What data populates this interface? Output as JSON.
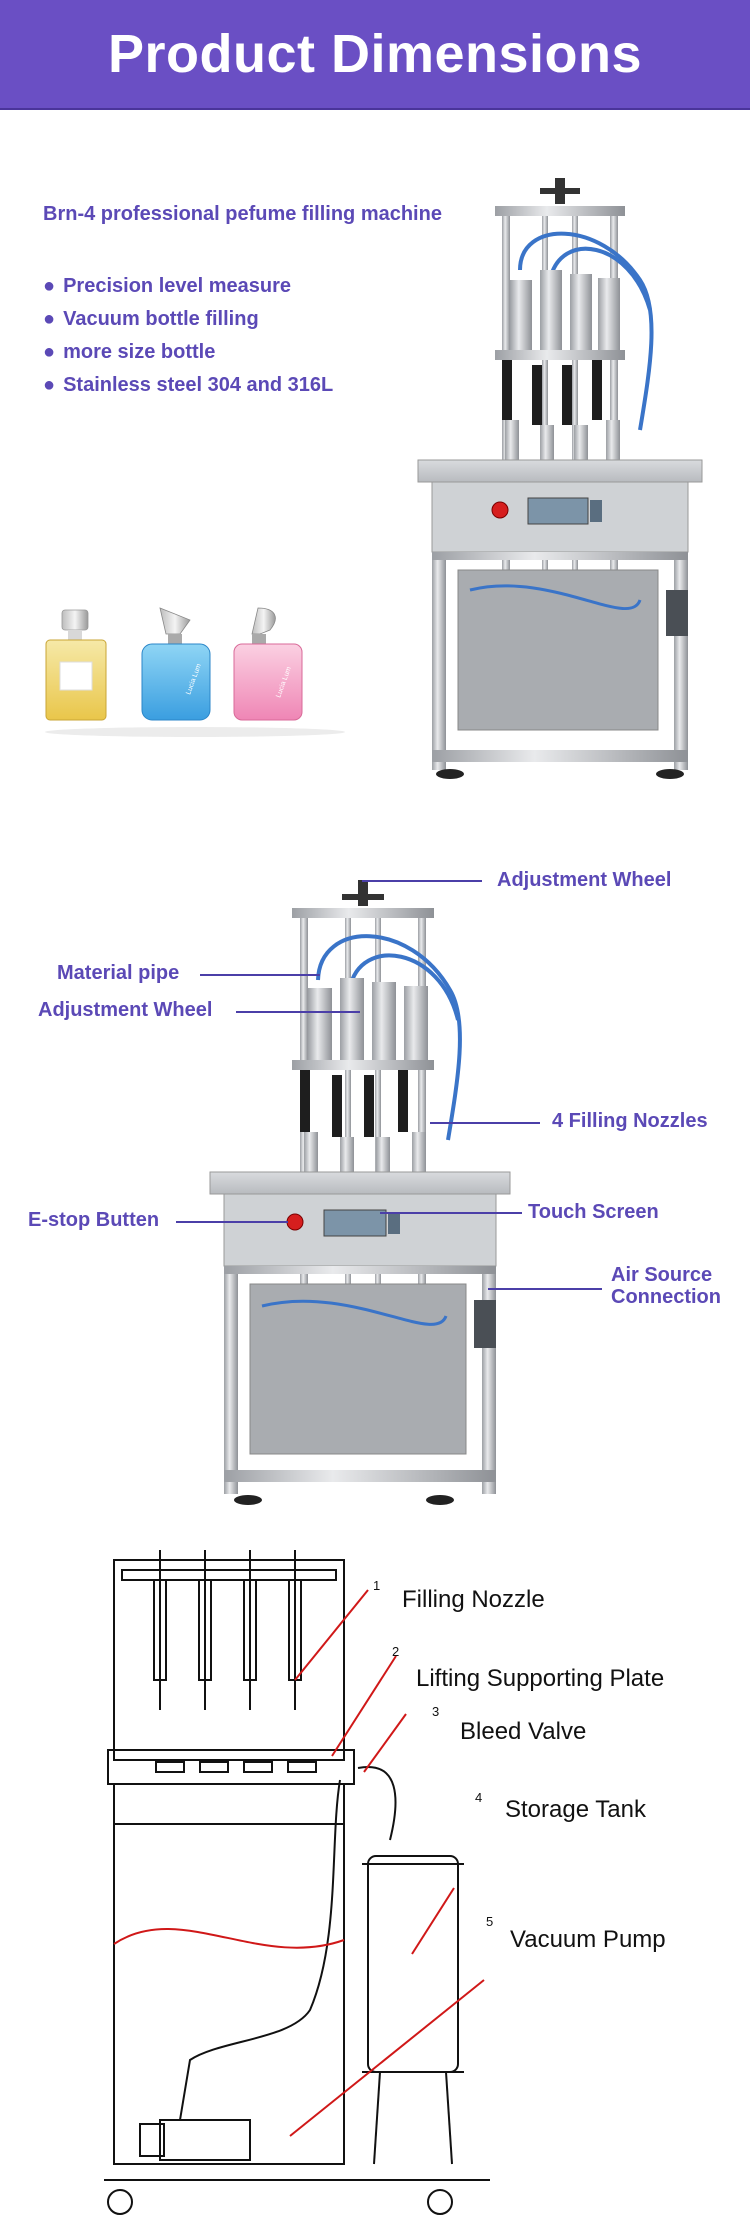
{
  "banner": {
    "title": "Product Dimensions"
  },
  "intro": {
    "title": "Brn-4 professional pefume filling machine",
    "features": [
      "Precision level measure",
      "Vacuum bottle filling",
      "more size bottle",
      "Stainless steel 304 and 316L"
    ],
    "bullet": "●"
  },
  "bottles": {
    "blue_label": "Lucia Lum",
    "pink_label": "Lucia Lum"
  },
  "callouts": {
    "adjustment_wheel_top": "Adjustment Wheel",
    "material_pipe": "Material pipe",
    "adjustment_wheel_left": "Adjustment Wheel",
    "filling_nozzles": "4 Filling Nozzles",
    "estop": "E-stop Butten",
    "touch_screen": "Touch Screen",
    "air_source_1": "Air Source",
    "air_source_2": "Connection"
  },
  "diagram": {
    "labels": [
      {
        "num": "1",
        "text": "Filling Nozzle"
      },
      {
        "num": "2",
        "text": "Lifting Supporting Plate"
      },
      {
        "num": "3",
        "text": "Bleed Valve"
      },
      {
        "num": "4",
        "text": "Storage Tank"
      },
      {
        "num": "5",
        "text": "Vacuum Pump"
      }
    ]
  },
  "colors": {
    "accent": "#6a4fc4",
    "label_text": "#5b49b6",
    "leader_line": "#4b3fa8",
    "diagram_leader": "#d01818"
  }
}
